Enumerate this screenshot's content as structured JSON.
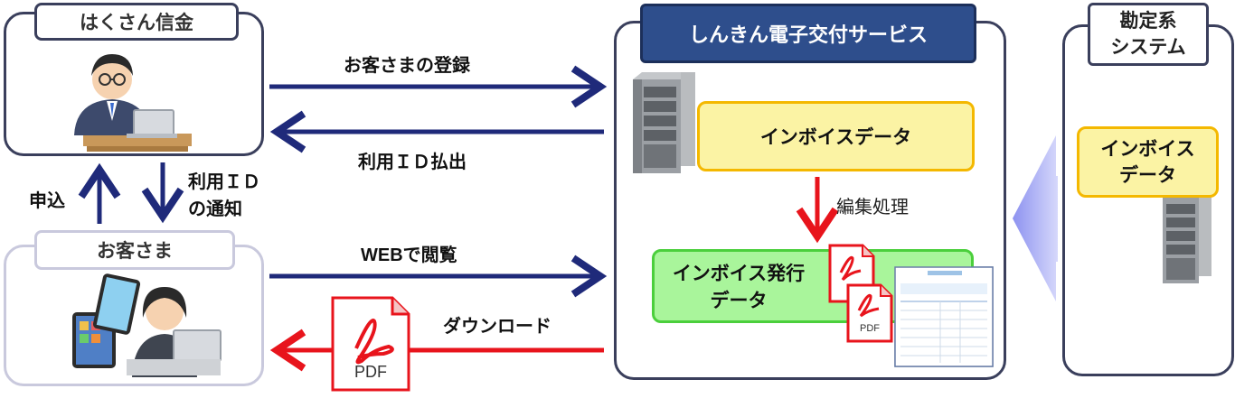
{
  "bank": {
    "title": "はくさん信金"
  },
  "customer": {
    "title": "お客さま"
  },
  "service": {
    "title": "しんきん電子交付サービス"
  },
  "kanjo": {
    "title_line1": "勘定系",
    "title_line2": "システム"
  },
  "data_boxes": {
    "invoice_data": "インボイスデータ",
    "kanjo_invoice_line1": "インボイス",
    "kanjo_invoice_line2": "データ",
    "issue_line1": "インボイス発行",
    "issue_line2": "データ"
  },
  "flows": {
    "registration": "お客さまの登録",
    "id_issue": "利用ＩＤ払出",
    "apply": "申込",
    "id_notice_line1": "利用ＩＤ",
    "id_notice_line2": "の通知",
    "web_view": "WEBで閲覧",
    "download": "ダウンロード",
    "edit": "編集処理"
  },
  "pdf": {
    "label": "PDF"
  },
  "colors": {
    "navy": "#1f2a7a",
    "red": "#e8141c",
    "yellow_fill": "#fbf3a4",
    "yellow_border": "#f4b800",
    "green_fill": "#a9f59b",
    "green_border": "#4bcf3c",
    "service_header": "#2e4e8c",
    "box_border": "#3a3f5c",
    "light_border": "#c9c9dd",
    "arrow_lavender": "#b4b8f4"
  }
}
